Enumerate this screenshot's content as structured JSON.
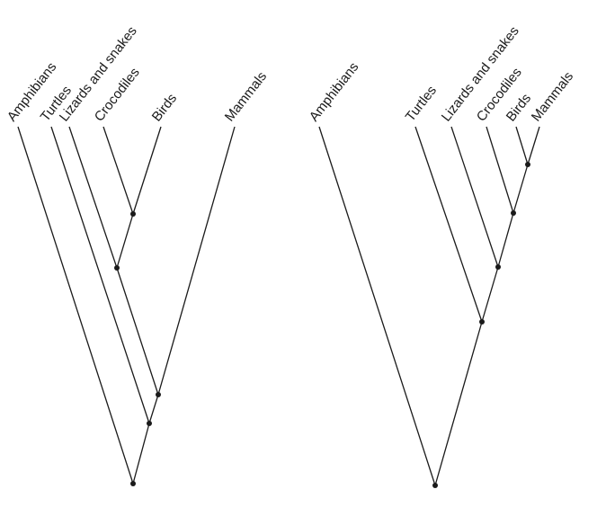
{
  "trees": [
    {
      "id": "tree-left",
      "taxa": [
        {
          "key": "amphibians",
          "label": "Amphibians"
        },
        {
          "key": "turtles",
          "label": "Turtles"
        },
        {
          "key": "lizards",
          "label": "Lizards and snakes"
        },
        {
          "key": "crocodiles",
          "label": "Crocodiles"
        },
        {
          "key": "birds",
          "label": "Birds"
        },
        {
          "key": "mammals",
          "label": "Mammals"
        }
      ]
    },
    {
      "id": "tree-right",
      "taxa": [
        {
          "key": "amphibians",
          "label": "Amphibians"
        },
        {
          "key": "turtles",
          "label": "Turtles"
        },
        {
          "key": "lizards",
          "label": "Lizards and snakes"
        },
        {
          "key": "crocodiles",
          "label": "Crocodiles"
        },
        {
          "key": "birds",
          "label": "Birds"
        },
        {
          "key": "mammals",
          "label": "Mammals"
        }
      ]
    }
  ],
  "colors": {
    "line": "#1a1a1a",
    "background": "#ffffff"
  }
}
